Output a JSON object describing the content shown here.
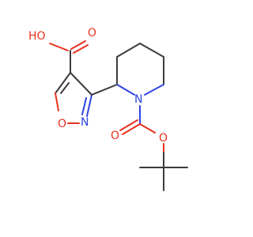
{
  "molecule": {
    "atoms": {
      "hydroxyl_label": "HO",
      "carbonyl_oxygen_acid": "O",
      "ring_oxygen": "O",
      "ring_nitrogen": "N",
      "piperidine_nitrogen": "N",
      "carbamate_oxygen_double": "O",
      "carbamate_oxygen_single": "O"
    },
    "colors": {
      "carbon_bond": "#3b3b3b",
      "oxygen": "#e8301e",
      "nitrogen": "#2f45e0",
      "background": "#ffffff"
    }
  }
}
